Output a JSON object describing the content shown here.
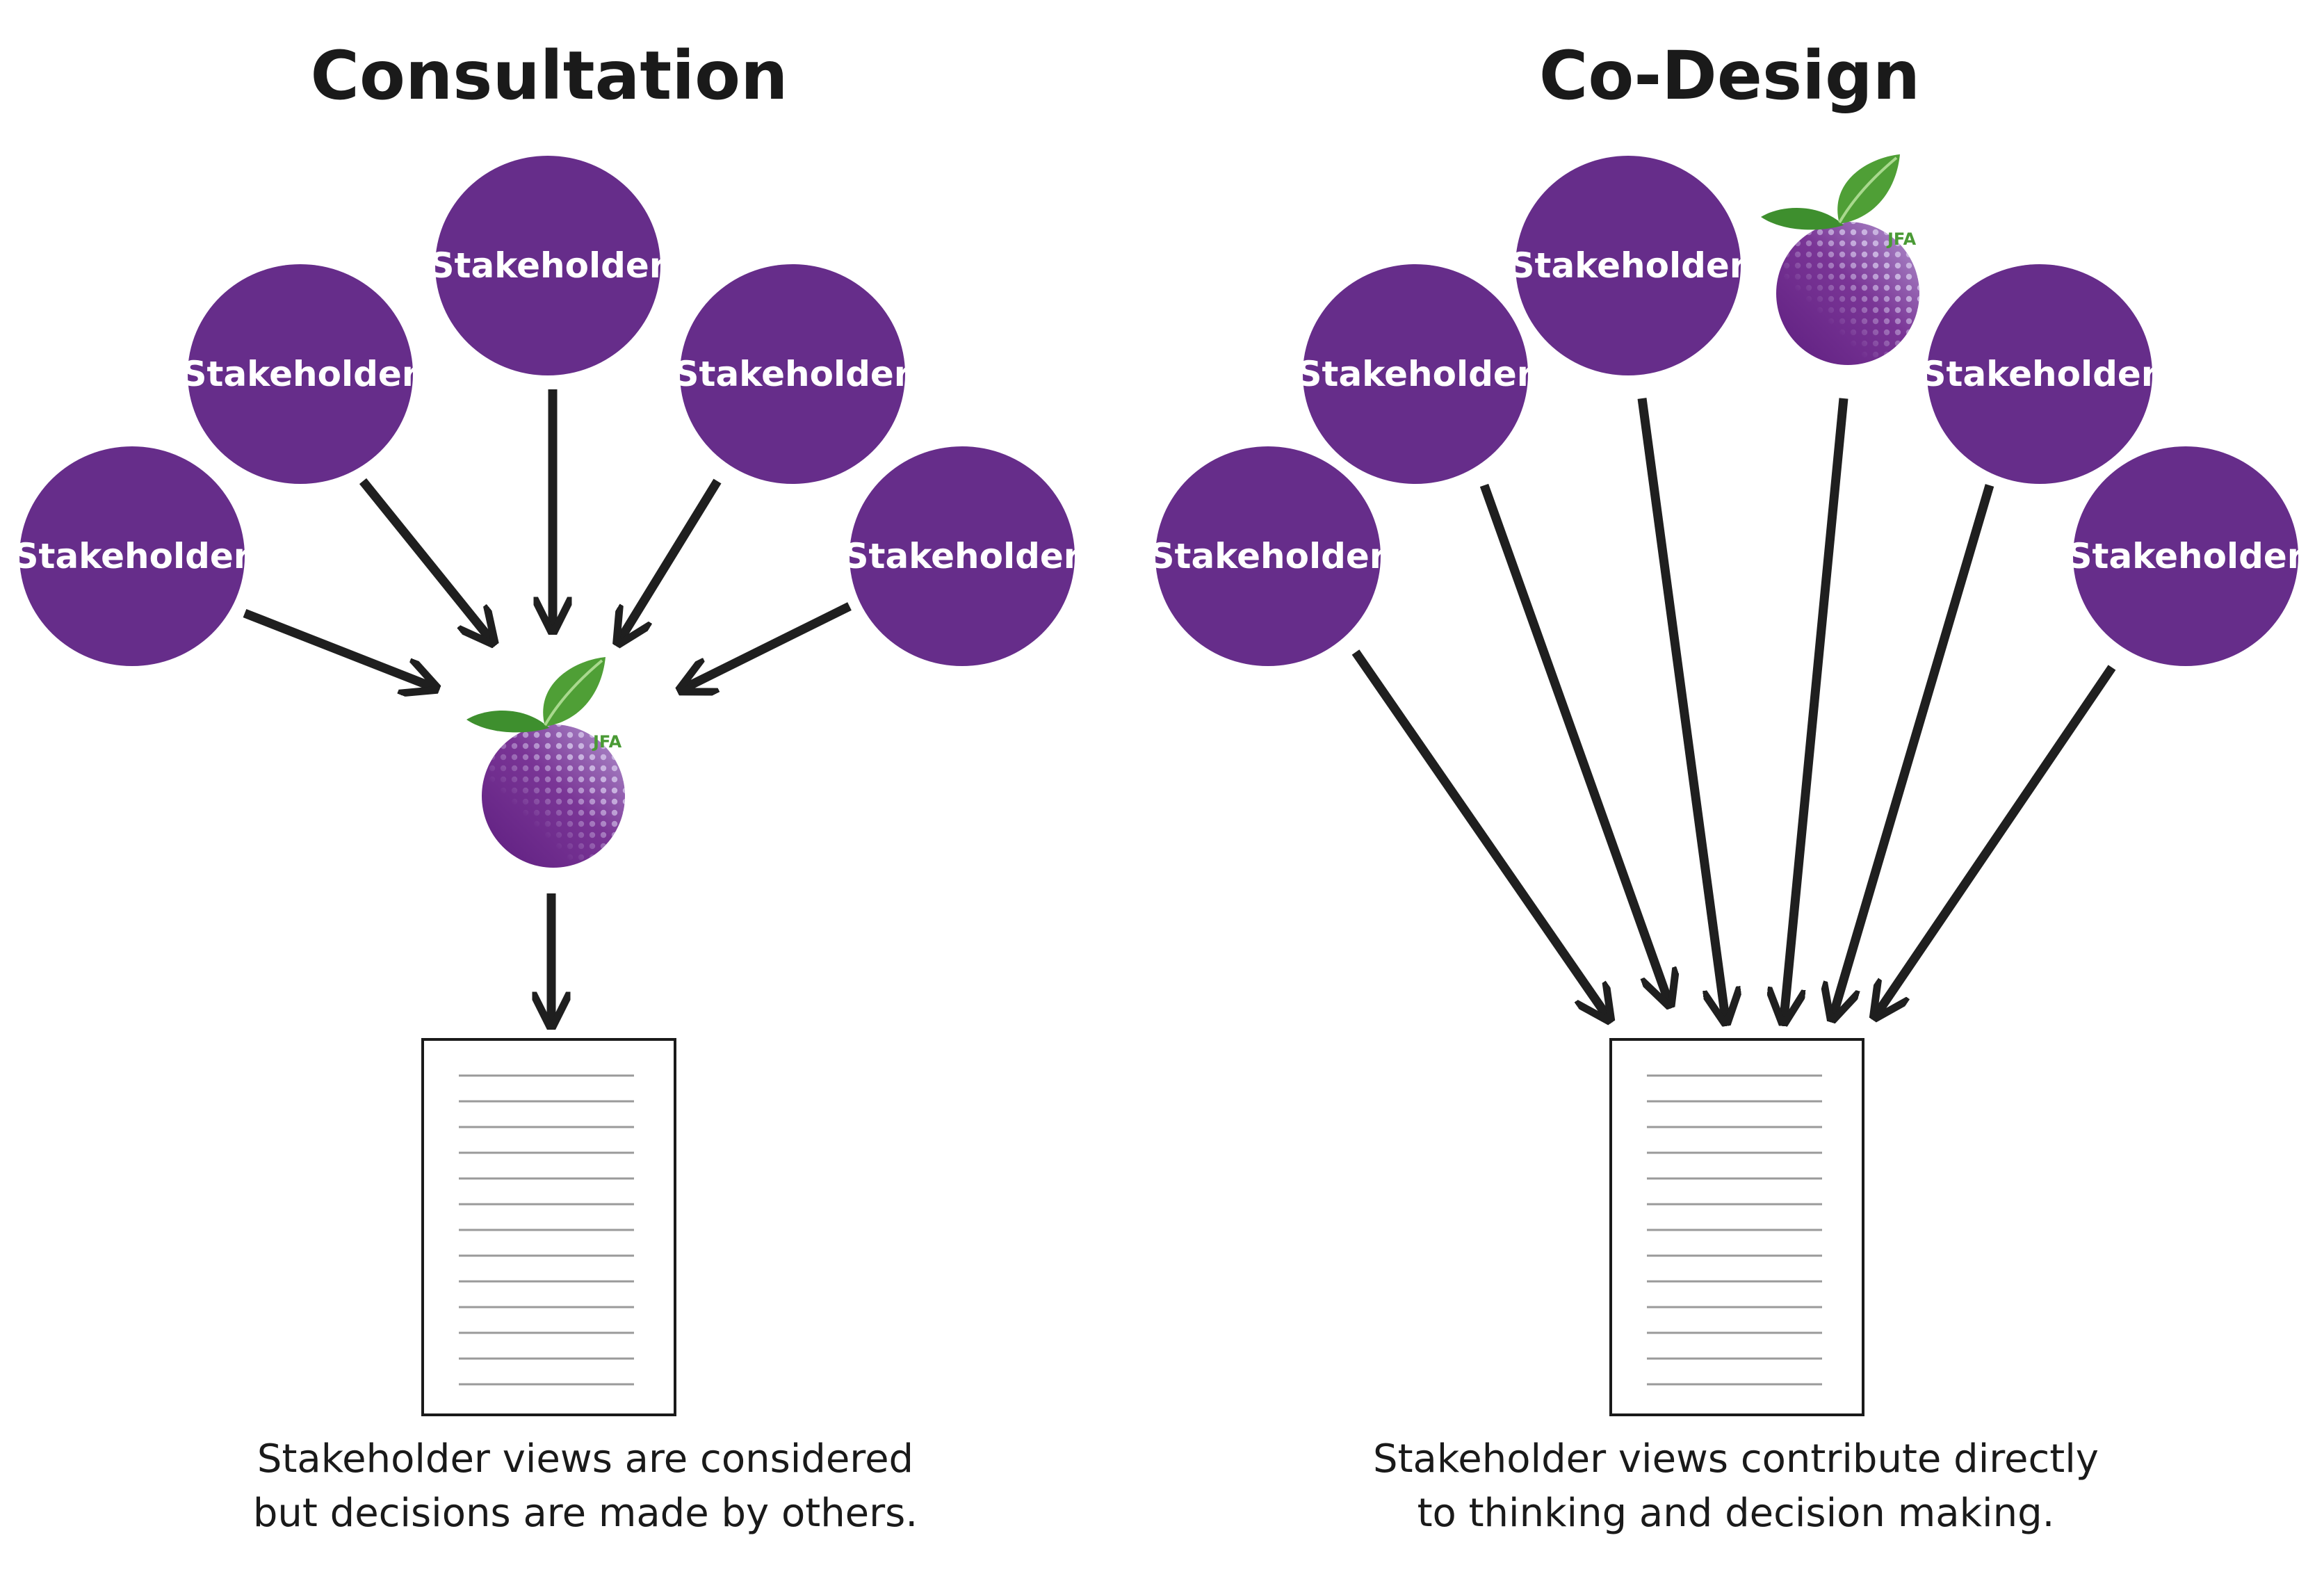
{
  "colors": {
    "node": "#662d8a",
    "arrow": "#1f1f1f",
    "leaf_dark": "#2f7d2a",
    "leaf_light": "#5aa53f",
    "fruit": "#6a2487",
    "fruit_highlight": "#b08fcf"
  },
  "logo": {
    "text": "JFA"
  },
  "panels": [
    {
      "title": "Consultation",
      "stakeholders": [
        "Stakeholder",
        "Stakeholder",
        "Stakeholder",
        "Stakeholder",
        "Stakeholder"
      ],
      "caption": [
        "Stakeholder views are considered",
        "but decisions are made by others."
      ]
    },
    {
      "title": "Co-Design",
      "stakeholders": [
        "Stakeholder",
        "Stakeholder",
        "Stakeholder",
        "Stakeholder",
        "Stakeholder"
      ],
      "caption": [
        "Stakeholder views contribute directly",
        "to thinking and decision making."
      ]
    }
  ]
}
